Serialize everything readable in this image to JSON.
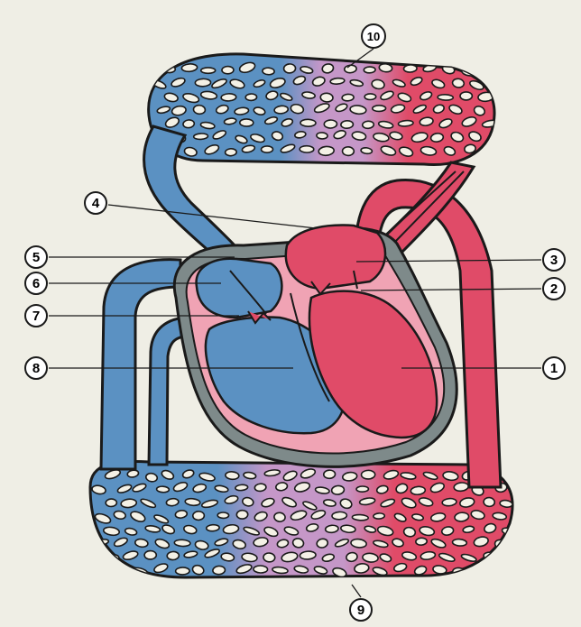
{
  "diagram": {
    "colors": {
      "background": "#efeee5",
      "deoxygenated": "#5b91c2",
      "oxygenated": "#e04b68",
      "mixed": "#c597c8",
      "pericardium": "#7e8a8a",
      "myocardium": "#f0a3b4",
      "outline": "#1a1a1a",
      "capillary_gap": "#f4f1e6"
    },
    "labels": [
      {
        "id": "1",
        "text": "1"
      },
      {
        "id": "2",
        "text": "2"
      },
      {
        "id": "3",
        "text": "3"
      },
      {
        "id": "4",
        "text": "4"
      },
      {
        "id": "5",
        "text": "5"
      },
      {
        "id": "6",
        "text": "6"
      },
      {
        "id": "7",
        "text": "7"
      },
      {
        "id": "8",
        "text": "8"
      },
      {
        "id": "9",
        "text": "9"
      },
      {
        "id": "10",
        "text": "10"
      }
    ]
  }
}
